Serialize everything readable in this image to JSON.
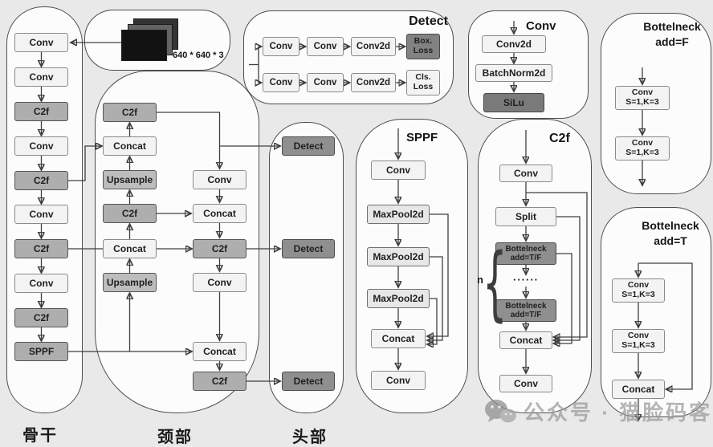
{
  "captions": {
    "backbone": "骨干",
    "neck": "颈部",
    "head": "头部"
  },
  "input": {
    "label": "640 * 640 * 3"
  },
  "backbone": {
    "items": [
      "Conv",
      "Conv",
      "C2f",
      "Conv",
      "C2f",
      "Conv",
      "C2f",
      "Conv",
      "C2f",
      "SPPF"
    ]
  },
  "neck": {
    "left": [
      "C2f",
      "Concat",
      "Upsample",
      "C2f",
      "Concat",
      "Upsample"
    ],
    "right": [
      "Conv",
      "Concat",
      "C2f",
      "Conv",
      "Concat",
      "C2f"
    ]
  },
  "head": {
    "items": [
      "Detect",
      "Detect",
      "Detect"
    ]
  },
  "detect_detail": {
    "title": "Detect",
    "row1": [
      "Conv",
      "Conv",
      "Conv2d"
    ],
    "row2": [
      "Conv",
      "Conv",
      "Conv2d"
    ],
    "box_loss": {
      "line1": "Box.",
      "line2": "Loss"
    },
    "cls_loss": {
      "line1": "Cls.",
      "line2": "Loss"
    }
  },
  "conv_detail": {
    "title": "Conv",
    "items": [
      "Conv2d",
      "BatchNorm2d",
      "SiLu"
    ]
  },
  "sppf_detail": {
    "title": "SPPF",
    "items": [
      "Conv",
      "MaxPool2d",
      "MaxPool2d",
      "MaxPool2d",
      "Concat",
      "Conv"
    ]
  },
  "c2f_detail": {
    "title": "C2f",
    "conv_top": "Conv",
    "split": "Split",
    "bottleneck1": {
      "line1": "Bottelneck",
      "line2": "add=T/F"
    },
    "dots": "······",
    "bottleneck2": {
      "line1": "Bottelneck",
      "line2": "add=T/F"
    },
    "concat": "Concat",
    "conv_bottom": "Conv",
    "n_label": "n",
    "brace": "{"
  },
  "bottleneck_f": {
    "title_line1": "Bottelneck",
    "title_line2": "add=F",
    "conv1": {
      "line1": "Conv",
      "line2": "S=1,K=3"
    },
    "conv2": {
      "line1": "Conv",
      "line2": "S=1,K=3"
    }
  },
  "bottleneck_t": {
    "title_line1": "Bottelneck",
    "title_line2": "add=T",
    "conv1": {
      "line1": "Conv",
      "line2": "S=1,K=3"
    },
    "conv2": {
      "line1": "Conv",
      "line2": "S=1,K=3"
    },
    "concat": "Concat"
  },
  "watermark": {
    "text": "公众号 · 猫脸码客"
  },
  "colors": {
    "accent_dark_box": "#8f8f8f",
    "medium_box": "#aeaeae",
    "light_box": "#f3f3f3",
    "background": "#e9e9e9"
  }
}
